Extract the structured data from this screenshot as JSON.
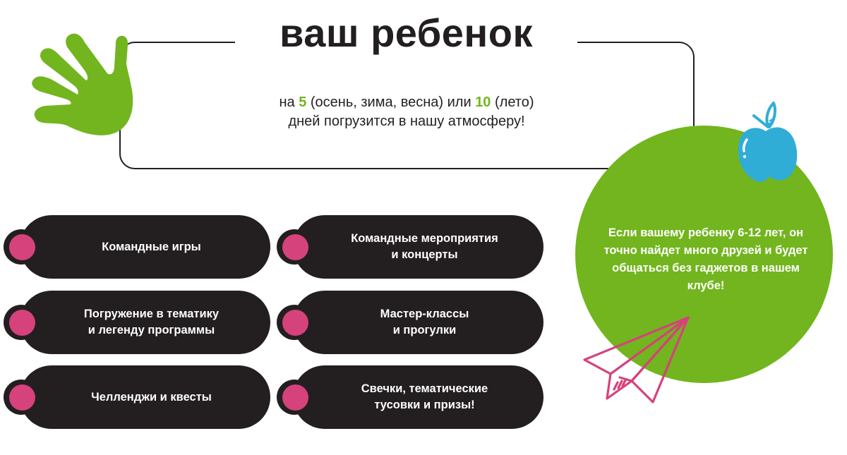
{
  "header": {
    "title": "ваш ребенок",
    "subtitle": {
      "part1": "на ",
      "num1": "5",
      "part2": " (осень, зима, весна) или ",
      "num2": "10",
      "part3": " (лето)",
      "line2": "дней погрузится в нашу атмосферу!"
    }
  },
  "activities": [
    {
      "label": "Командные игры"
    },
    {
      "label": "Погружение в тематику\nи легенду программы"
    },
    {
      "label": "Челленджи и квесты"
    },
    {
      "label": "Командные мероприятия\nи концерты"
    },
    {
      "label": "Мастер-классы\nи прогулки"
    },
    {
      "label": "Свечки, тематические\nтусовки и призы!"
    }
  ],
  "info_circle": {
    "text_before": "Если вашему ребенку ",
    "age": "6-12",
    "text_after": " лет, он точно найдет много друзей и будет общаться без гаджетов в нашем клубе!"
  },
  "decorations": {
    "hand_icon": "hand-icon",
    "apple_icon": "apple-icon",
    "plane_icon": "paper-plane-icon"
  },
  "colors": {
    "green": "#72b51e",
    "dark": "#231f20",
    "pink": "#d5427c",
    "blue": "#30add6",
    "white": "#ffffff"
  }
}
